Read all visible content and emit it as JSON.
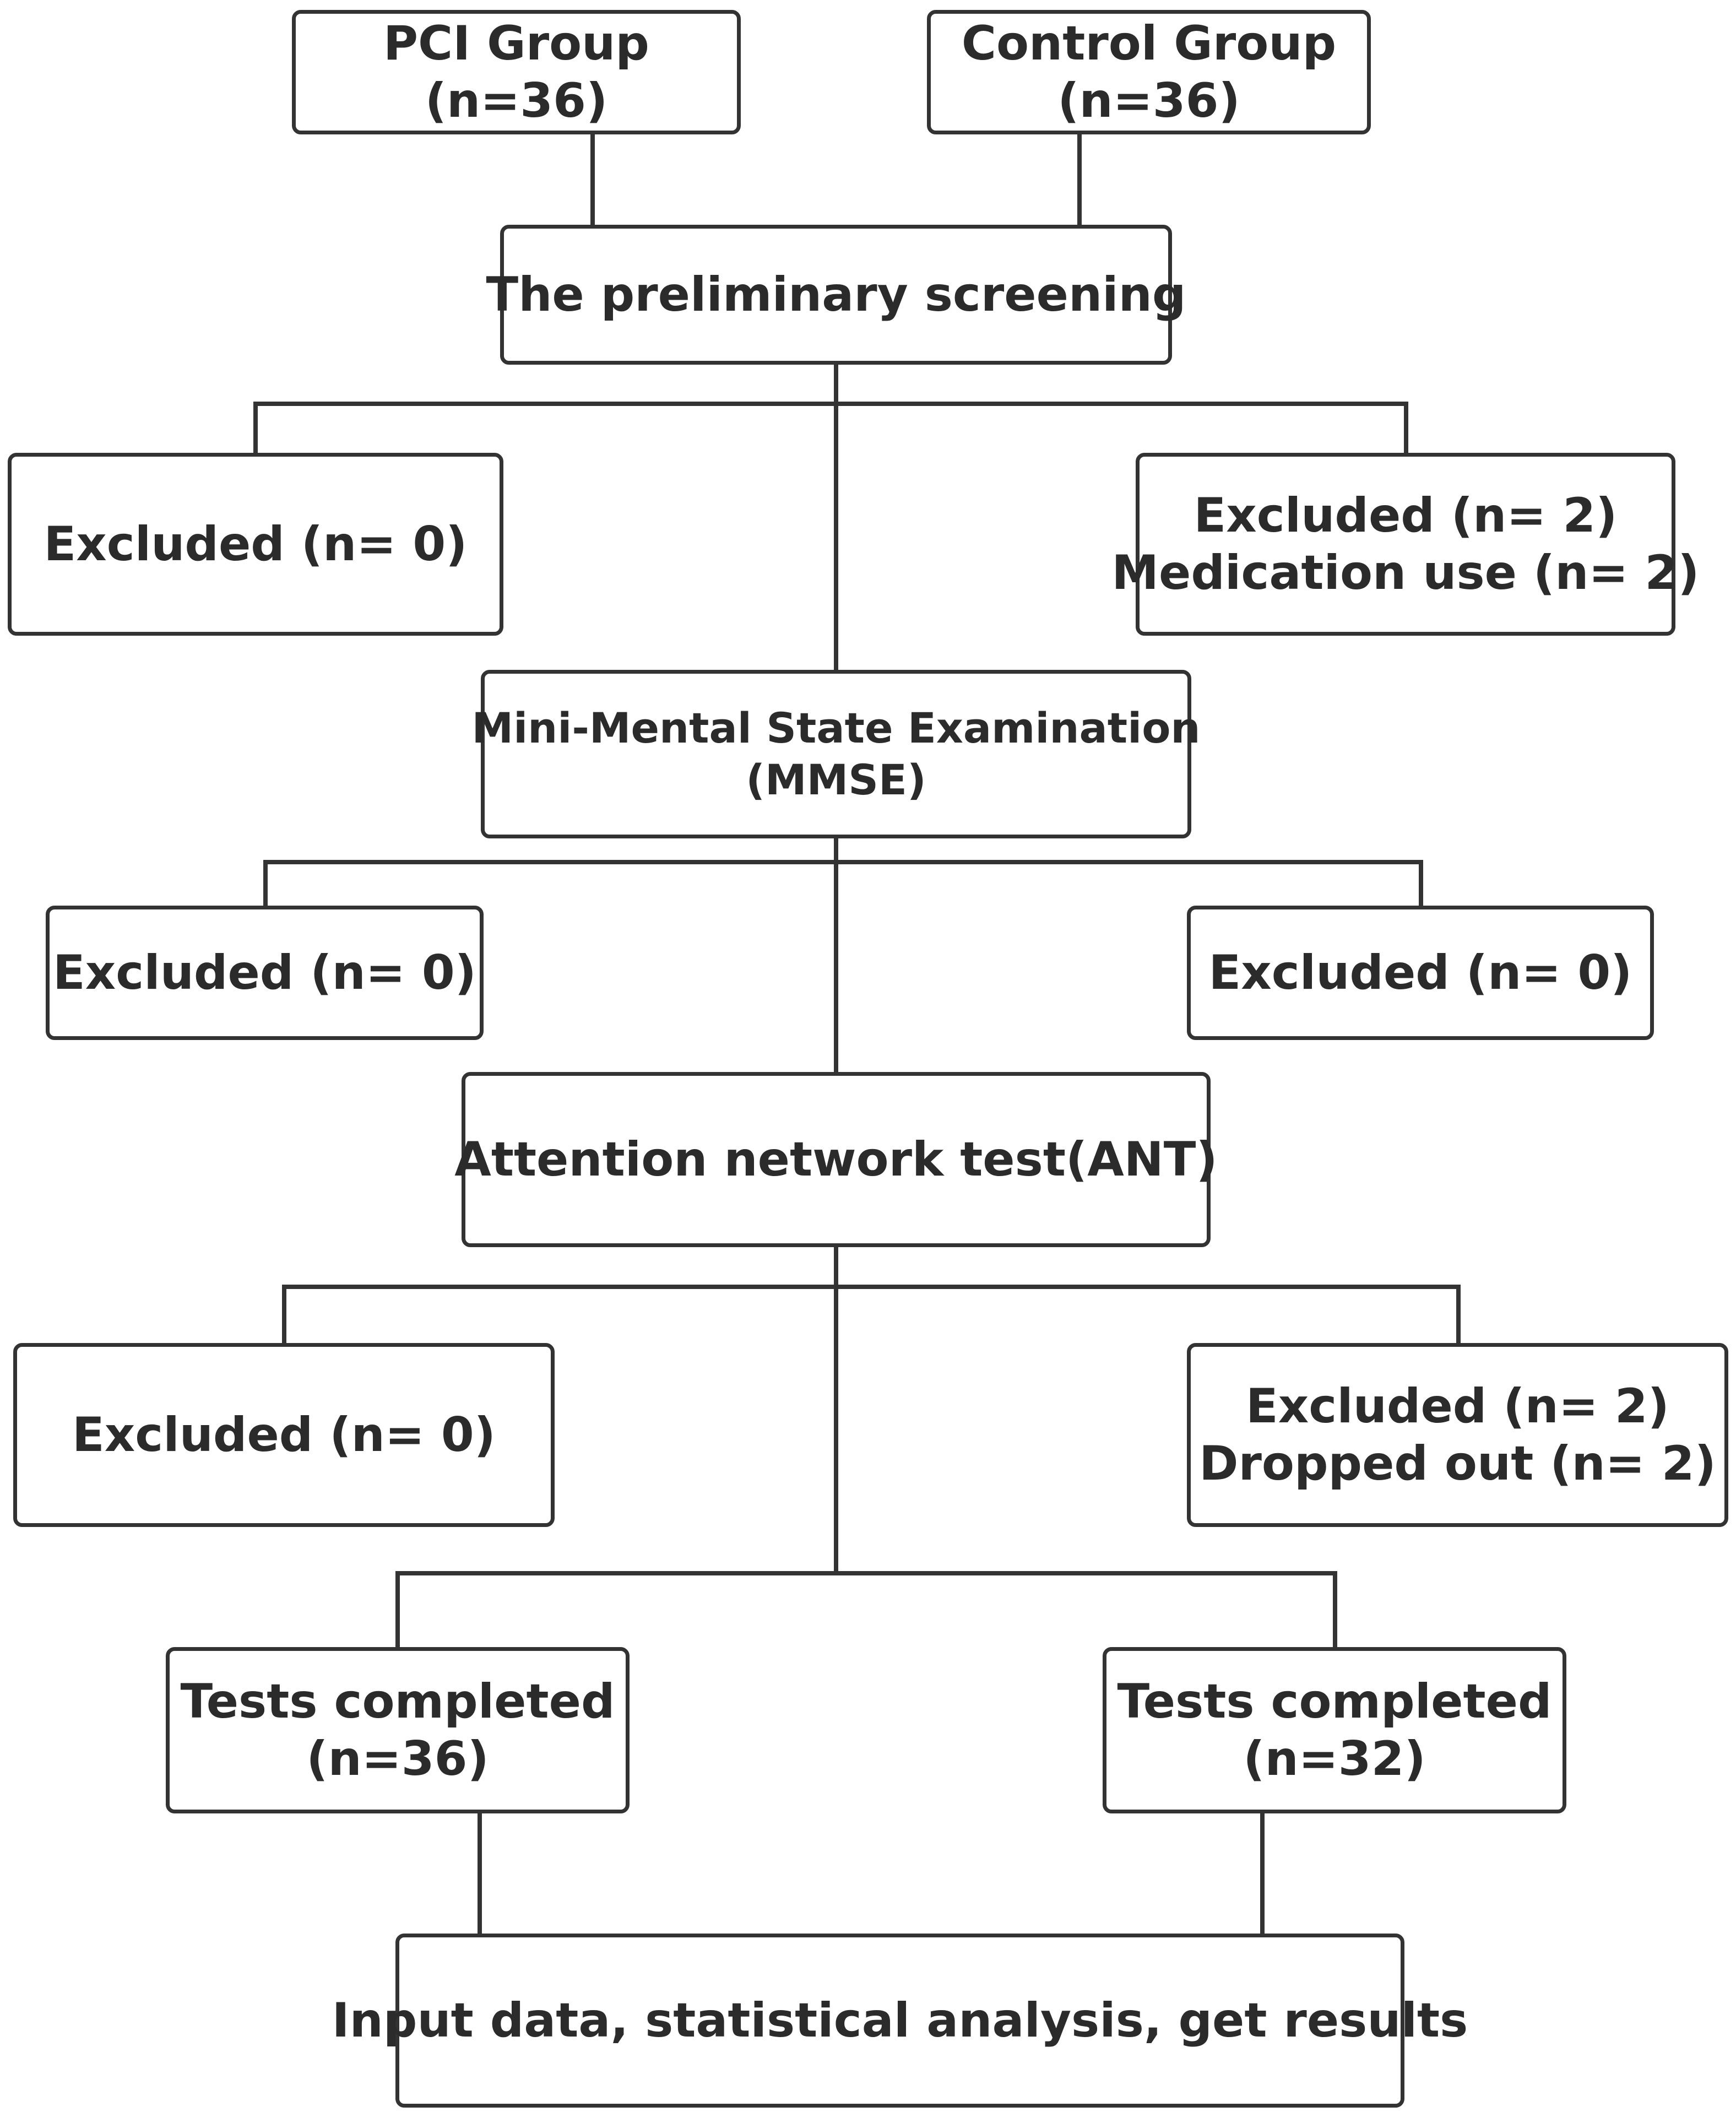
{
  "boxes": {
    "pci_group": {
      "line1": "PCI Group",
      "line2": "(n=36)"
    },
    "control_group": {
      "line1": "Control Group",
      "line2": "(n=36)"
    },
    "screening": {
      "line1": "The preliminary screening"
    },
    "screen_excl_left": {
      "line1": "Excluded (n= 0)"
    },
    "screen_excl_right": {
      "line1": "Excluded (n= 2)",
      "line2": "Medication use (n= 2)"
    },
    "mmse": {
      "line1": "Mini-Mental State Examination",
      "line2": "(MMSE)"
    },
    "mmse_excl_left": {
      "line1": "Excluded (n= 0)"
    },
    "mmse_excl_right": {
      "line1": "Excluded (n= 0)"
    },
    "ant": {
      "line1": "Attention network test(ANT)"
    },
    "ant_excl_left": {
      "line1": "Excluded (n= 0)"
    },
    "ant_excl_right": {
      "line1": "Excluded (n= 2)",
      "line2": "Dropped out (n= 2)"
    },
    "tests_left": {
      "line1": "Tests completed",
      "line2": "(n=36)"
    },
    "tests_right": {
      "line1": "Tests completed",
      "line2": "(n=32)"
    },
    "final": {
      "line1": "Input data, statistical analysis, get results"
    }
  },
  "colors": {
    "stroke": "#333333",
    "text": "#2b2b2b",
    "background": "#ffffff"
  }
}
